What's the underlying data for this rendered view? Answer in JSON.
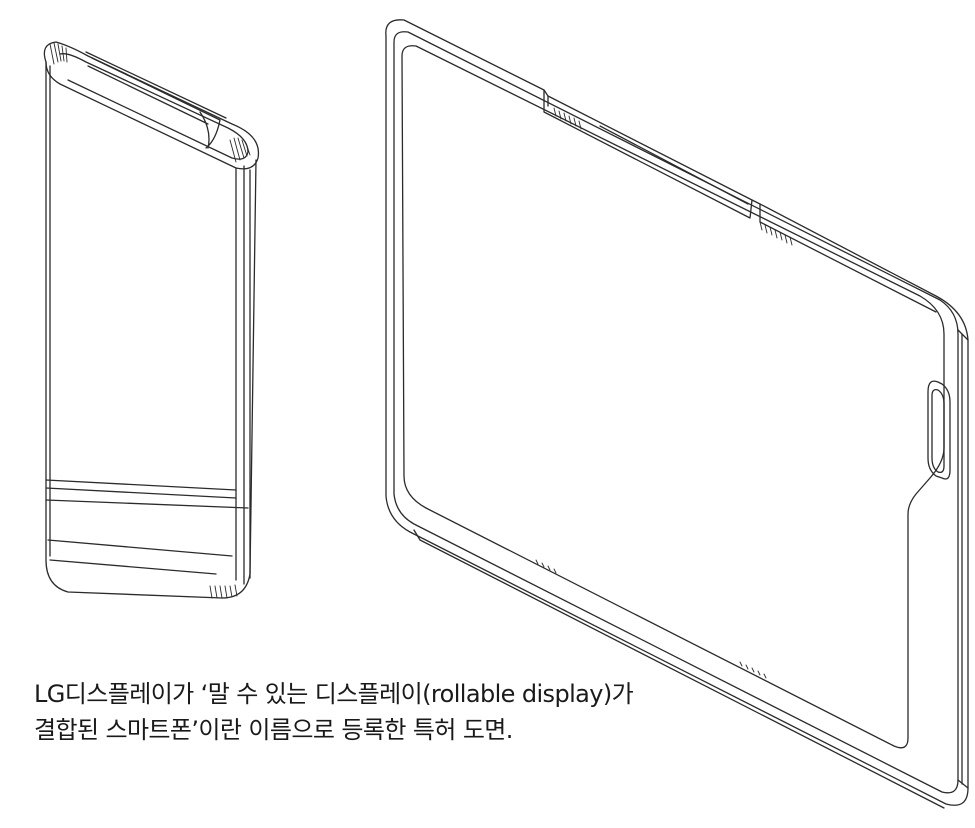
{
  "figure": {
    "kind": "patent-drawing",
    "subject": "rollable-display-smartphone",
    "views": [
      "phone-rolled-closed",
      "phone-unrolled-open"
    ],
    "line_color": "#2b2b2b",
    "background": "#ffffff"
  },
  "caption": {
    "line1": "LG디스플레이가 ‘말 수 있는 디스플레이(rollable display)가",
    "line2": "결합된 스마트폰’이란 이름으로 등록한 특허 도면."
  }
}
